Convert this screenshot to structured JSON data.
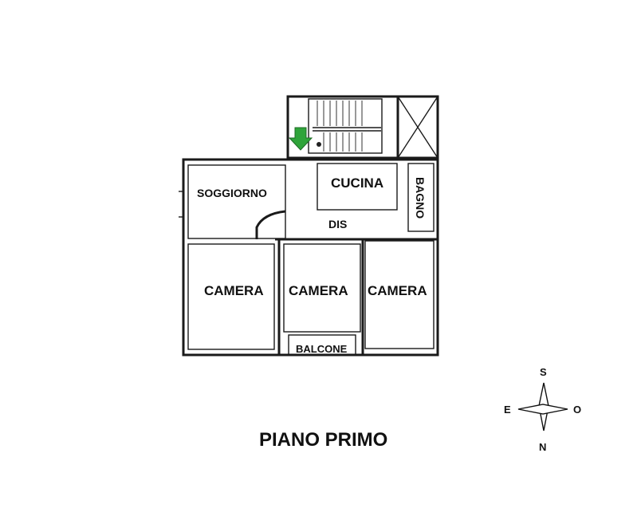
{
  "rooms": {
    "soggiorno": "SOGGIORNO",
    "cucina": "CUCINA",
    "bagno": "BAGNO",
    "dis": "DIS",
    "camera_left": "CAMERA",
    "camera_center": "CAMERA",
    "camera_right": "CAMERA",
    "balcone": "BALCONE"
  },
  "floor_title": "PIANO PRIMO",
  "compass": {
    "south": "S",
    "east": "E",
    "west": "O",
    "north": "N"
  },
  "colors": {
    "entrance_arrow": "#2fa43a",
    "walls": "#1a1a1a"
  },
  "icons": {
    "entrance": "down-arrow-icon",
    "compass": "compass-rose-icon"
  }
}
